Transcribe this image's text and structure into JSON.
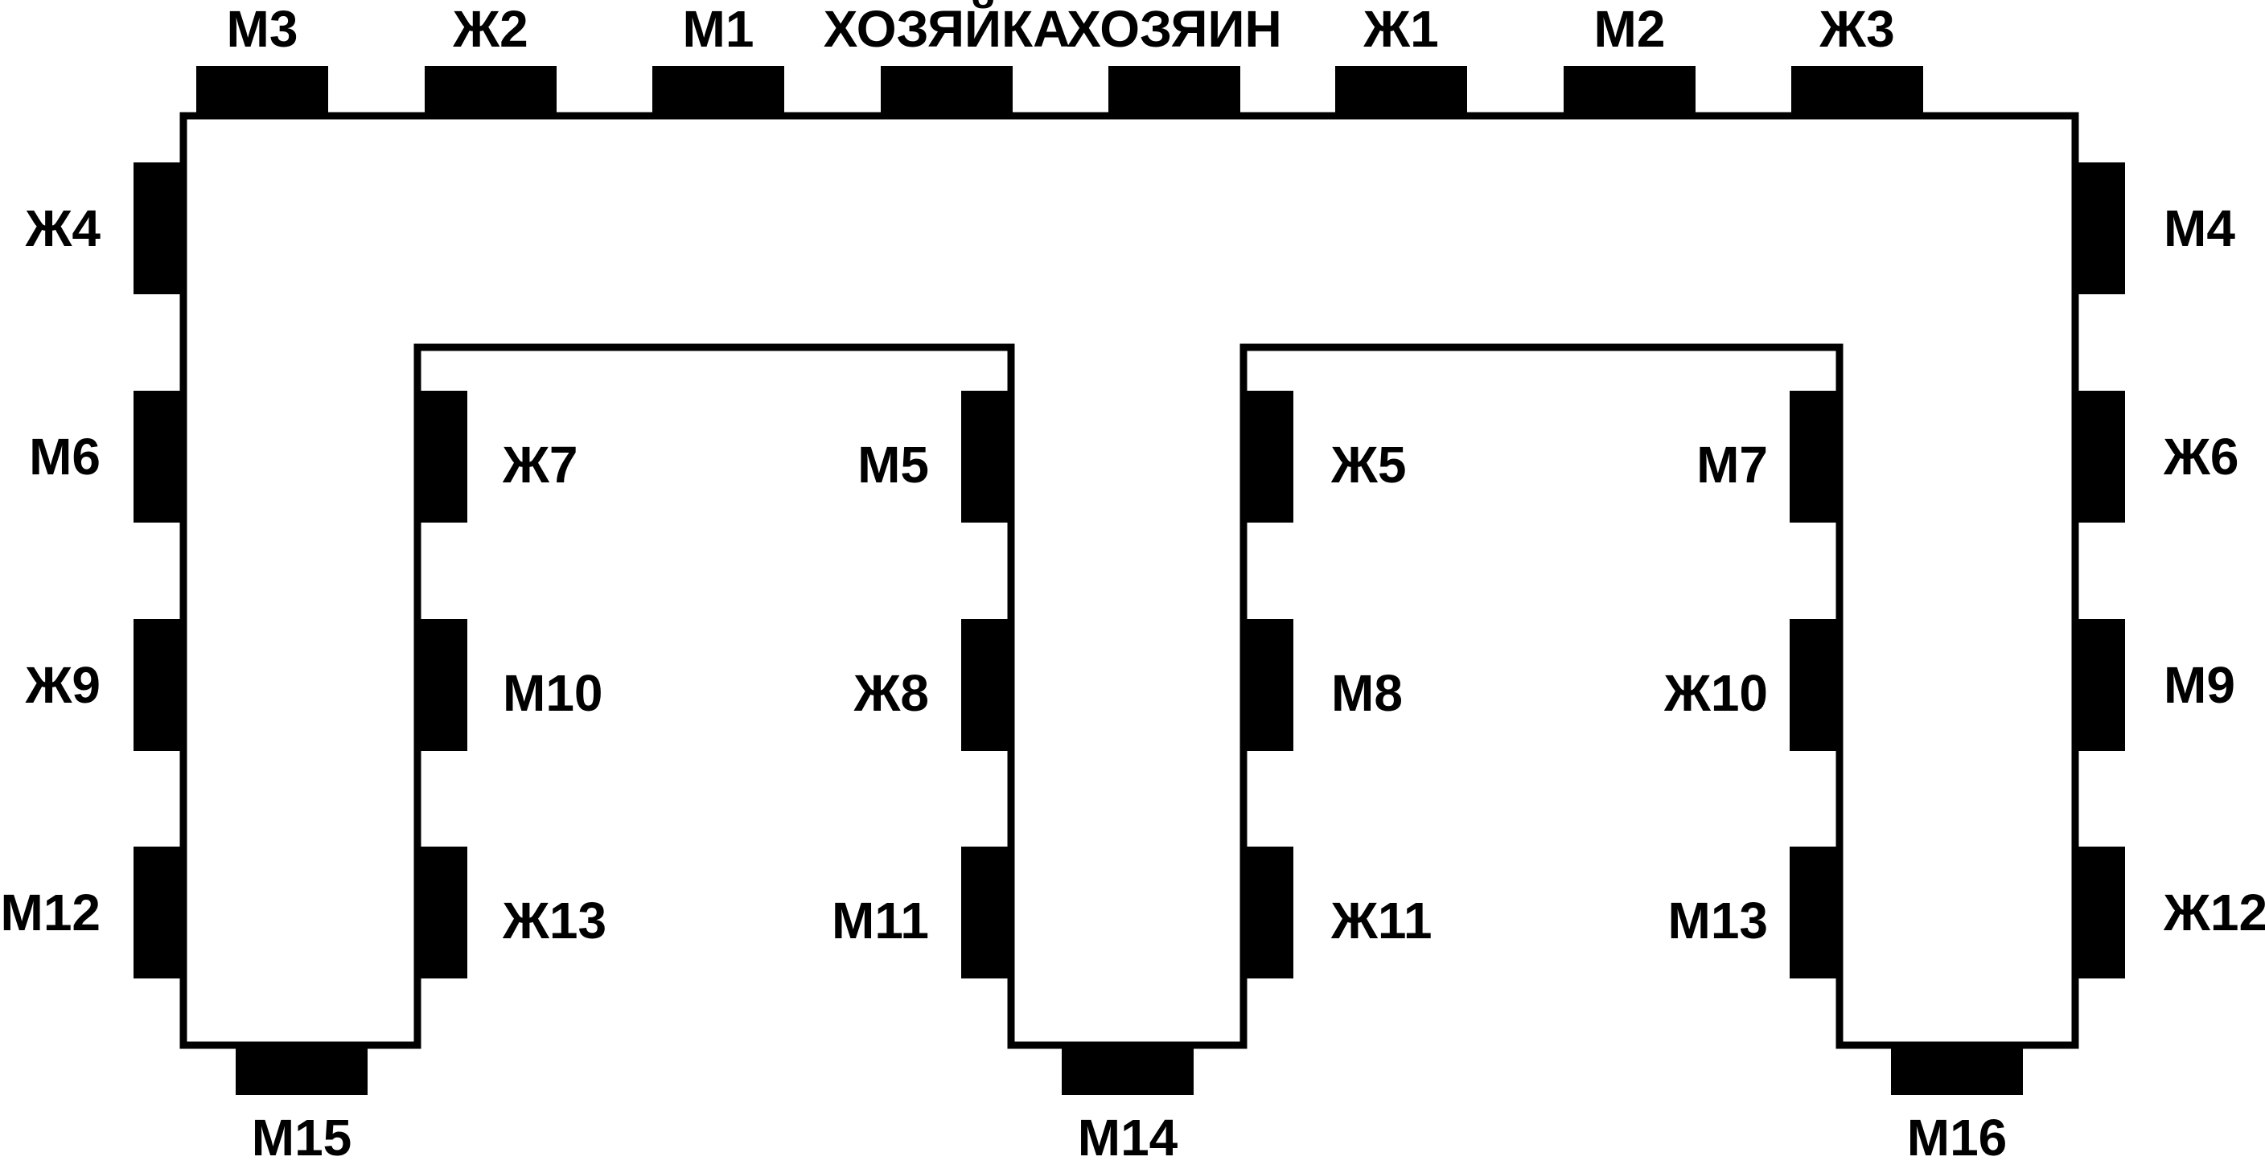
{
  "colors": {
    "ink": "#000000",
    "paper": "#ffffff"
  },
  "seats": {
    "top": [
      "М3",
      "Ж2",
      "М1",
      "ХОЗЯЙКА",
      "ХОЗЯИН",
      "Ж1",
      "М2",
      "Ж3"
    ],
    "left_outer": [
      "Ж4",
      "М6",
      "Ж9",
      "М12"
    ],
    "right_outer": [
      "М4",
      "Ж6",
      "М9",
      "Ж12"
    ],
    "left_arm_inner": [
      "Ж7",
      "М10",
      "Ж13"
    ],
    "middle_arm_left": [
      "М5",
      "Ж8",
      "М11"
    ],
    "middle_arm_right": [
      "Ж5",
      "М8",
      "Ж11"
    ],
    "right_arm_inner": [
      "М7",
      "Ж10",
      "М13"
    ],
    "bottom": [
      "М15",
      "М14",
      "М16"
    ]
  }
}
